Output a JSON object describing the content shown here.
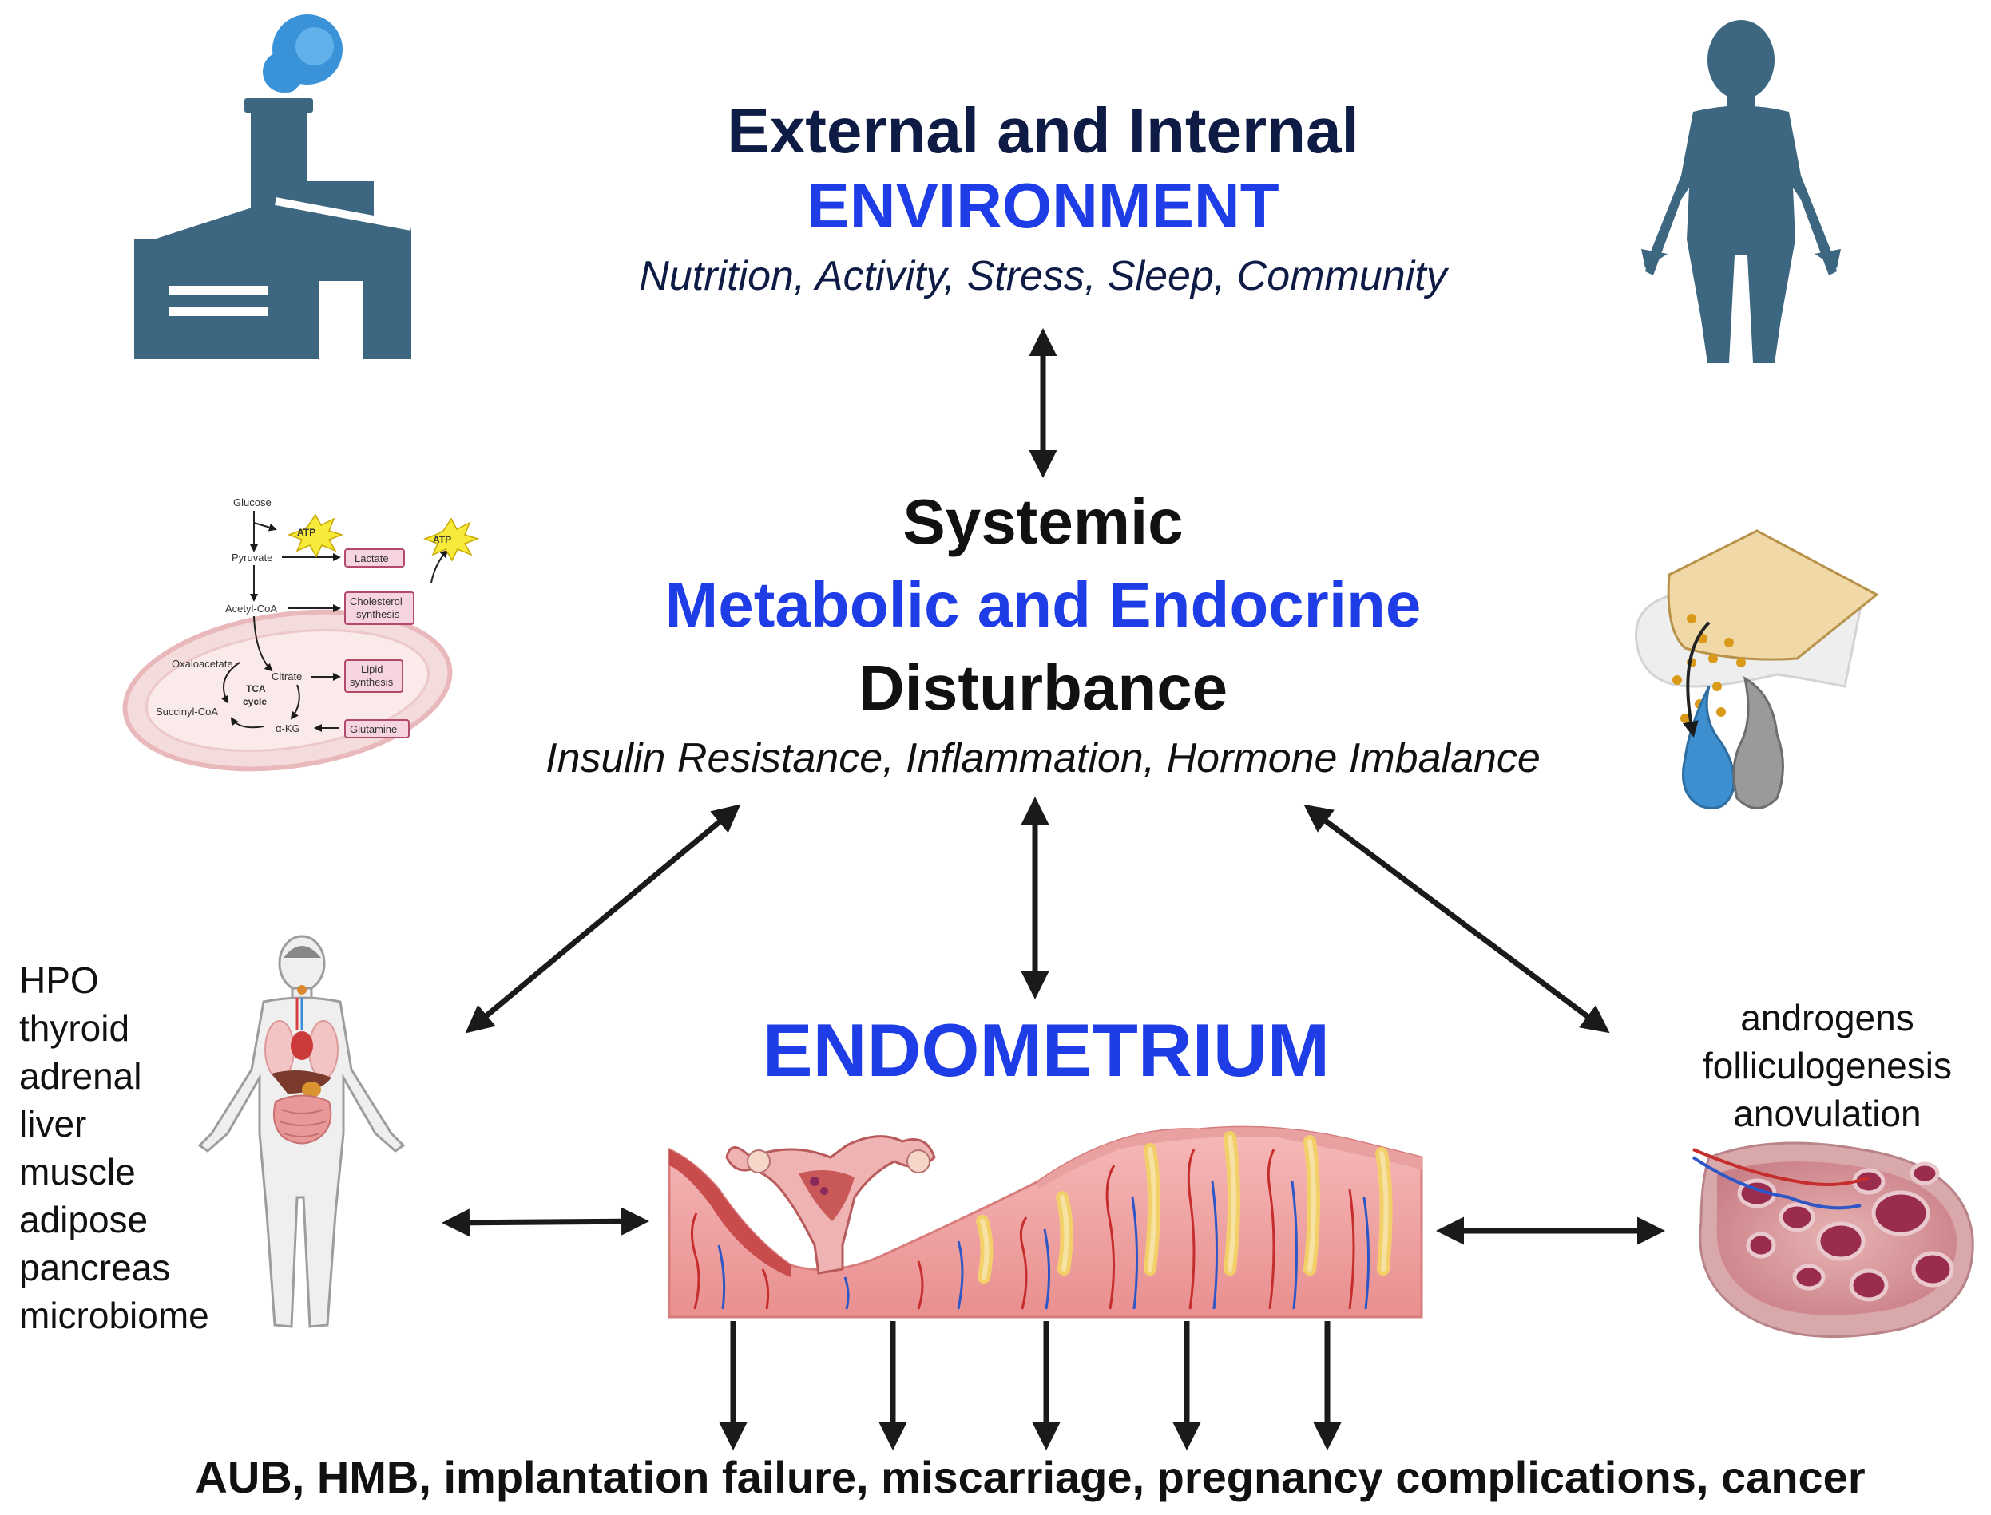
{
  "colors": {
    "navy": "#0d1b45",
    "blue": "#1f3de6",
    "black": "#111111",
    "slate": "#3d6680",
    "tissue": "#f2a8a8",
    "gland": "#f6d27a",
    "vessel_red": "#c62d2d",
    "vessel_blue": "#2d56c6"
  },
  "environment": {
    "line1": "External and Internal",
    "line2": "ENVIRONMENT",
    "factors": "Nutrition, Activity, Stress, Sleep, Community"
  },
  "systemic": {
    "line1": "Systemic",
    "line2": "Metabolic and Endocrine",
    "line3": "Disturbance",
    "factors": "Insulin Resistance, Inflammation, Hormone Imbalance"
  },
  "endometrium": {
    "label": "ENDOMETRIUM"
  },
  "left_organs": [
    "HPO",
    "thyroid",
    "adrenal",
    "liver",
    "muscle",
    "adipose",
    "pancreas",
    "microbiome"
  ],
  "right_ovary": [
    "androgens",
    "folliculogenesis",
    "anovulation"
  ],
  "outcomes": "AUB, HMB, implantation failure, miscarriage, pregnancy complications, cancer",
  "metabolism_icon": {
    "glucose": "Glucose",
    "atp1": "ATP",
    "atp2": "ATP",
    "pyruvate": "Pyruvate",
    "lactate": "Lactate",
    "acetyl": "Acetyl-CoA",
    "cholesterol1": "Cholesterol",
    "cholesterol2": "synthesis",
    "oxaloacetate": "Oxaloacetate",
    "citrate": "Citrate",
    "lipid1": "Lipid",
    "lipid2": "synthesis",
    "tca1": "TCA",
    "tca2": "cycle",
    "succinyl": "Succinyl-CoA",
    "akg": "α-KG",
    "glutamine": "Glutamine"
  },
  "icons": [
    "factory-icon",
    "human-silhouette-icon",
    "mitochondria-metabolism-icon",
    "pancreas-secretion-icon",
    "human-anatomy-icon",
    "uterus-icon",
    "ovary-icon"
  ]
}
